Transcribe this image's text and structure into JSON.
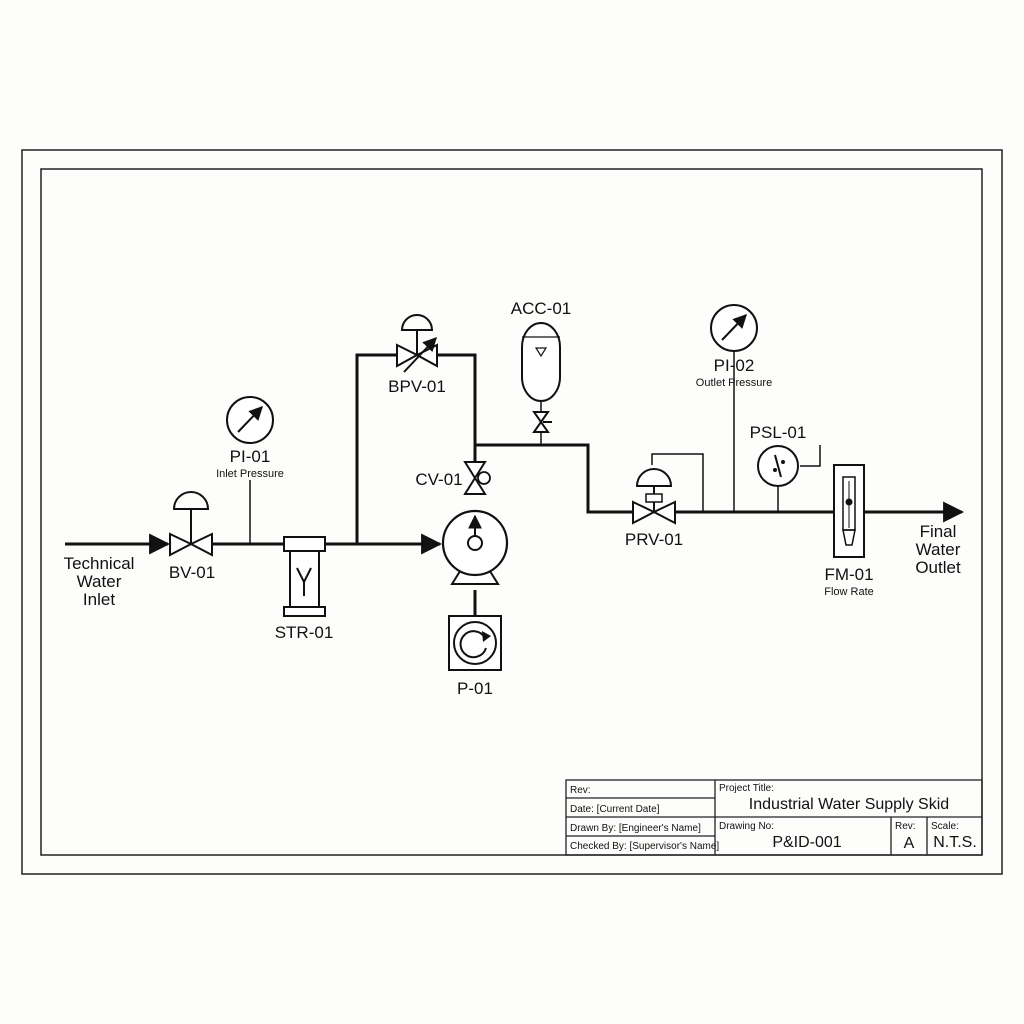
{
  "equipment": {
    "inlet": {
      "line1": "Technical",
      "line2": "Water",
      "line3": "Inlet"
    },
    "bv01": {
      "tag": "BV-01"
    },
    "pi01": {
      "tag": "PI-01",
      "desc": "Inlet Pressure"
    },
    "str01": {
      "tag": "STR-01"
    },
    "bpv01": {
      "tag": "BPV-01"
    },
    "acc01": {
      "tag": "ACC-01"
    },
    "cv01": {
      "tag": "CV-01"
    },
    "p01": {
      "tag": "P-01"
    },
    "prv01": {
      "tag": "PRV-01"
    },
    "pi02": {
      "tag": "PI-02",
      "desc": "Outlet Pressure"
    },
    "psl01": {
      "tag": "PSL-01"
    },
    "fm01": {
      "tag": "FM-01",
      "desc": "Flow Rate"
    },
    "outlet": {
      "line1": "Final",
      "line2": "Water",
      "line3": "Outlet"
    }
  },
  "title_block": {
    "rev_label": "Rev:",
    "date": "Date: [Current Date]",
    "drawn_by": "Drawn By: [Engineer's Name]",
    "checked_by": "Checked By: [Supervisor's Name]",
    "project_title_label": "Project Title:",
    "project_title": "Industrial Water Supply Skid",
    "drawing_no_label": "Drawing No:",
    "drawing_no": "P&ID-001",
    "rev_label2": "Rev:",
    "rev": "A",
    "scale_label": "Scale:",
    "scale": "N.T.S."
  }
}
